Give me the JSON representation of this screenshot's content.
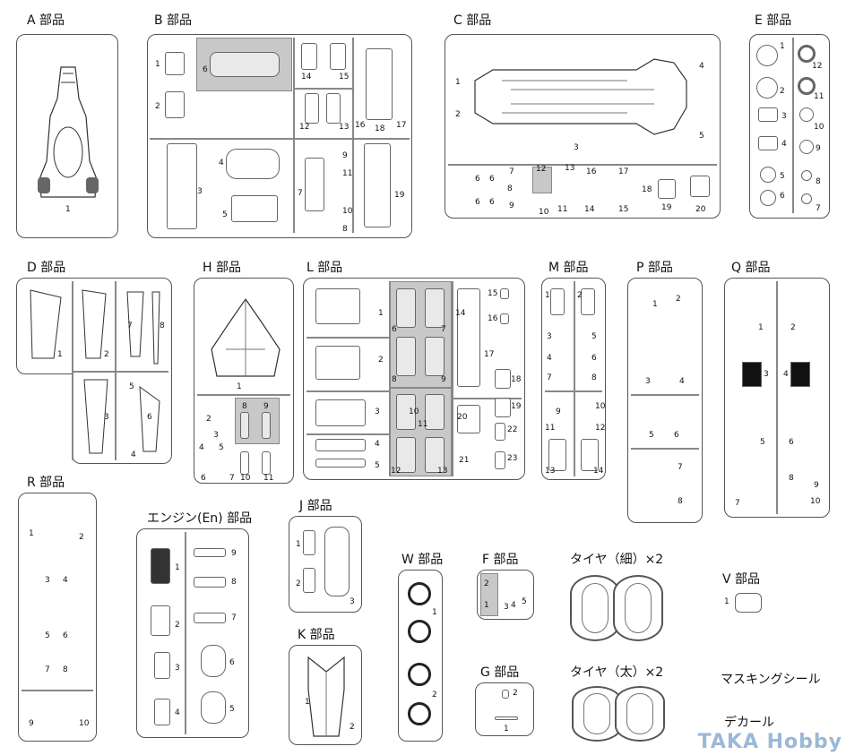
{
  "sheets": {
    "A": {
      "title": "A 部品",
      "nums": [
        "1"
      ]
    },
    "B": {
      "title": "B 部品",
      "nums": [
        "1",
        "2",
        "6",
        "3",
        "4",
        "5",
        "14",
        "15",
        "12",
        "13",
        "16",
        "17",
        "18",
        "7",
        "9",
        "11",
        "10",
        "8",
        "19"
      ]
    },
    "C": {
      "title": "C 部品",
      "nums": [
        "1",
        "2",
        "3",
        "4",
        "5",
        "6",
        "6",
        "6",
        "6",
        "7",
        "8",
        "9",
        "12",
        "13",
        "10",
        "11",
        "16",
        "17",
        "14",
        "15",
        "18",
        "19",
        "20"
      ]
    },
    "E": {
      "title": "E 部品",
      "nums": [
        "1",
        "2",
        "3",
        "4",
        "5",
        "6",
        "12",
        "11",
        "10",
        "9",
        "8",
        "7"
      ]
    },
    "D": {
      "title": "D 部品",
      "nums": [
        "1",
        "2",
        "7",
        "8",
        "3",
        "5",
        "4",
        "6"
      ]
    },
    "H": {
      "title": "H 部品",
      "nums": [
        "1",
        "2",
        "3",
        "8",
        "9",
        "4",
        "5",
        "6",
        "7",
        "10",
        "11"
      ]
    },
    "L": {
      "title": "L 部品",
      "nums": [
        "1",
        "2",
        "3",
        "4",
        "5",
        "6",
        "7",
        "8",
        "9",
        "10",
        "11",
        "12",
        "13",
        "14",
        "15",
        "16",
        "17",
        "18",
        "19",
        "20",
        "21",
        "22",
        "23"
      ]
    },
    "M": {
      "title": "M 部品",
      "nums": [
        "1",
        "2",
        "3",
        "5",
        "4",
        "6",
        "7",
        "8",
        "9",
        "10",
        "11",
        "12",
        "13",
        "14"
      ]
    },
    "P": {
      "title": "P 部品",
      "nums": [
        "1",
        "2",
        "3",
        "4",
        "5",
        "6",
        "7",
        "8"
      ]
    },
    "Q": {
      "title": "Q 部品",
      "nums": [
        "1",
        "2",
        "3",
        "4",
        "5",
        "6",
        "7",
        "8",
        "9",
        "10"
      ]
    },
    "R": {
      "title": "R 部品",
      "nums": [
        "1",
        "2",
        "3",
        "4",
        "5",
        "6",
        "7",
        "8",
        "9",
        "10"
      ]
    },
    "En": {
      "title": "エンジン(En) 部品",
      "nums": [
        "1",
        "9",
        "8",
        "2",
        "7",
        "3",
        "6",
        "4",
        "5"
      ]
    },
    "J": {
      "title": "J 部品",
      "nums": [
        "1",
        "2",
        "3"
      ]
    },
    "K": {
      "title": "K 部品",
      "nums": [
        "1",
        "2"
      ]
    },
    "W": {
      "title": "W 部品",
      "nums": [
        "1",
        "2"
      ]
    },
    "F": {
      "title": "F 部品",
      "nums": [
        "2",
        "1",
        "3",
        "4",
        "5"
      ]
    },
    "G": {
      "title": "G 部品",
      "nums": [
        "2",
        "1"
      ]
    },
    "V": {
      "title": "V 部品",
      "nums": [
        "1"
      ]
    }
  },
  "tires_thin": "タイヤ（細）×2",
  "tires_thick": "タイヤ（太）×2",
  "masking_seal": "マスキングシール",
  "decal": "デカール",
  "watermark": "TAKA Hobby"
}
